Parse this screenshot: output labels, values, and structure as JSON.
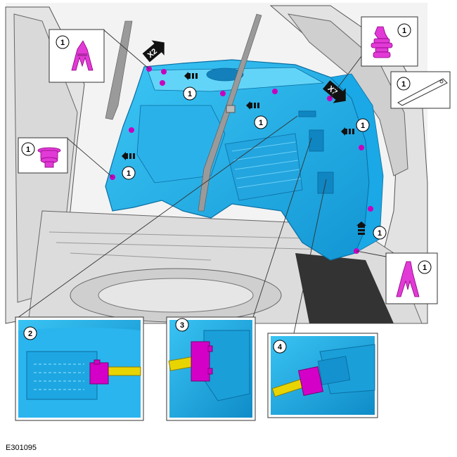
{
  "figure_ref": "E301095",
  "callout_label": "1",
  "multipliers": {
    "upper_left": "X2",
    "upper_right": "X7"
  },
  "details": [
    {
      "label": "2"
    },
    {
      "label": "3"
    },
    {
      "label": "4"
    }
  ],
  "colors": {
    "trim_panel": "#1fb4ef",
    "trim_panel_dark": "#0e86c4",
    "fastener": "#d400c8",
    "clip_magenta": "#e23ad6",
    "car_body": "#e9e9e9",
    "car_line": "#555555",
    "strap": "#9a9a9a",
    "wire": "#e8d400"
  }
}
